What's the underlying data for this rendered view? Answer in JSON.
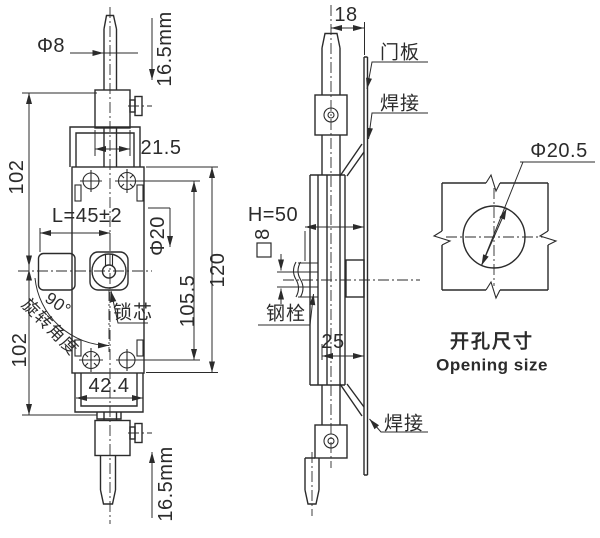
{
  "front_view": {
    "pin_diameter": "Φ8",
    "pin_travel_top": "16.5mm",
    "block_width": "21.5",
    "upper_height": "102",
    "lock_length": "L=45±2",
    "cylinder_diameter": "Φ20",
    "body_height": "120",
    "screw_spacing": "105.5",
    "rotation_angle_value": "90°",
    "rotation_angle_label": "旋转角度",
    "cylinder_label": "锁芯",
    "lower_height": "102",
    "body_width": "42.4",
    "pin_travel_bottom": "16.5mm"
  },
  "side_view": {
    "panel_offset": "18",
    "door_panel_label": "门板",
    "weld_top_label": "焊接",
    "handle_height": "H=50",
    "bolt_square": "8",
    "bolt_label": "钢栓",
    "bolt_offset": "25",
    "weld_bottom_label": "焊接"
  },
  "opening_view": {
    "hole_diameter": "Φ20.5",
    "title_cn": "开孔尺寸",
    "title_en": "Opening size"
  },
  "colors": {
    "line": "#2b2b2b",
    "background": "#ffffff"
  }
}
